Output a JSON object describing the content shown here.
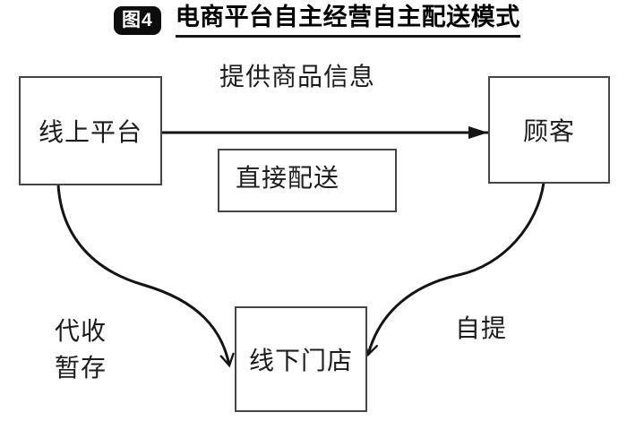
{
  "title": {
    "badge": "图4",
    "text": "电商平台自主经营自主配送模式"
  },
  "nodes": {
    "online_platform": {
      "label": "线上平台"
    },
    "customer": {
      "label": "顾客"
    },
    "direct_delivery": {
      "label": "直接配送"
    },
    "offline_store": {
      "label": "线下门店"
    }
  },
  "edges": {
    "provide_info": {
      "label": "提供商品信息",
      "from": "online_platform",
      "to": "customer",
      "style": "straight-arrow"
    },
    "collect_store": {
      "label_line1": "代收",
      "label_line2": "暂存",
      "from": "online_platform",
      "to": "offline_store",
      "style": "curved-arrow"
    },
    "self_pickup": {
      "label": "自提",
      "from": "customer",
      "to": "offline_store",
      "style": "curved-arrow"
    }
  },
  "colors": {
    "background": "#ffffff",
    "line": "#141414",
    "box_border": "#464646",
    "text": "#1c1c1c",
    "badge_bg": "#0d0d0d",
    "badge_fg": "#ffffff"
  }
}
